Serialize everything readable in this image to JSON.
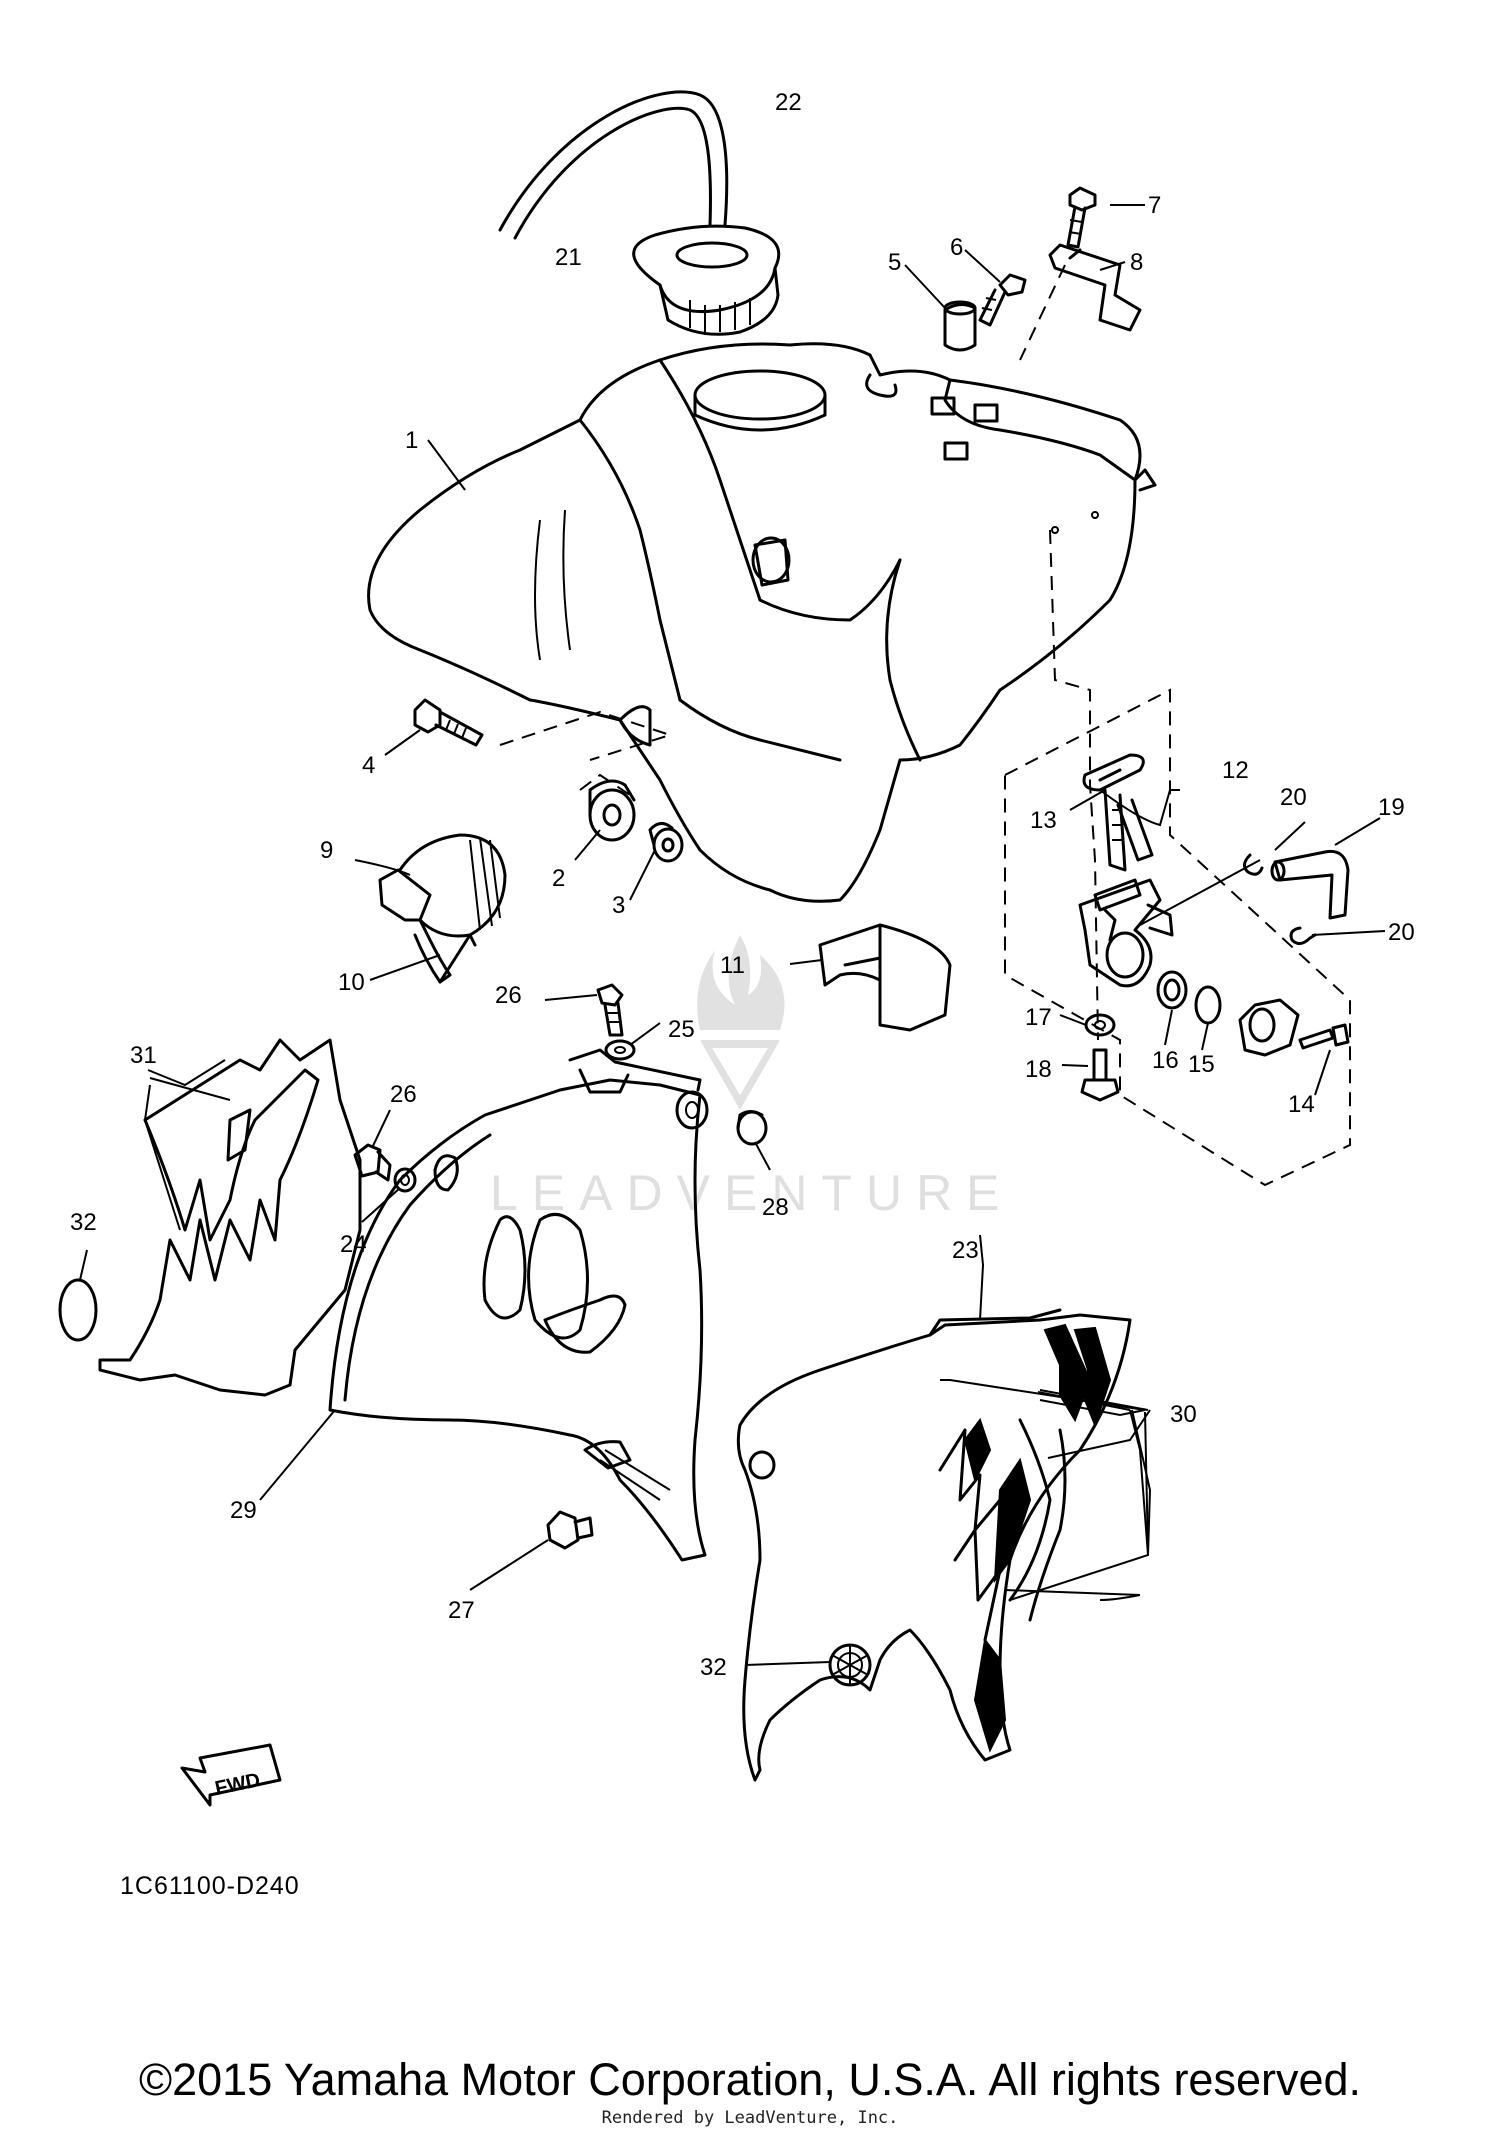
{
  "diagram": {
    "code": "1C61100-D240",
    "fwd_label": "FWD",
    "watermark_text": "LEADVENTURE"
  },
  "footer": {
    "copyright": "©2015 Yamaha Motor Corporation, U.S.A. All rights reserved.",
    "rendered_by": "Rendered by LeadVenture, Inc."
  },
  "callouts": {
    "c1": "1",
    "c2": "2",
    "c3": "3",
    "c4": "4",
    "c5": "5",
    "c6": "6",
    "c7": "7",
    "c8": "8",
    "c9": "9",
    "c10": "10",
    "c11": "11",
    "c12": "12",
    "c13": "13",
    "c14": "14",
    "c15": "15",
    "c16": "16",
    "c17": "17",
    "c18": "18",
    "c19": "19",
    "c20a": "20",
    "c20b": "20",
    "c21": "21",
    "c22": "22",
    "c23": "23",
    "c24": "24",
    "c25": "25",
    "c26a": "26",
    "c26b": "26",
    "c27": "27",
    "c28": "28",
    "c29": "29",
    "c30": "30",
    "c31": "31",
    "c32a": "32",
    "c32b": "32"
  }
}
